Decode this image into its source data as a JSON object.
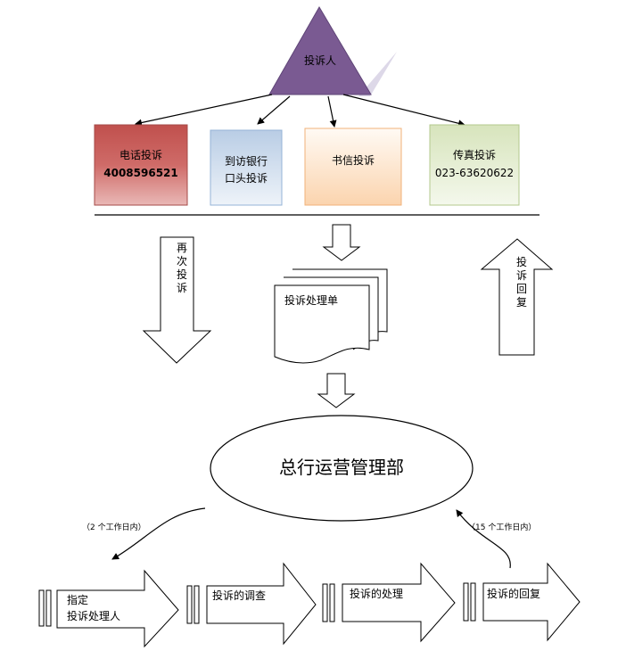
{
  "complainant": {
    "label": "投诉人"
  },
  "channels": {
    "phone": {
      "line1": "电话投诉",
      "line2": "4008596521"
    },
    "visit": {
      "line1": "到访银行",
      "line2": "口头投诉"
    },
    "letter": {
      "line1": "书信投诉"
    },
    "fax": {
      "line1": "传真投诉",
      "line2": "023-63620622"
    }
  },
  "side_labels": {
    "again": "再次投诉",
    "reply": "投诉回复"
  },
  "document": {
    "label": "投诉处理单"
  },
  "department": {
    "label": "总行运营管理部"
  },
  "timing": {
    "assign": "（2 个工作日内）",
    "reply": "（15 个工作日内）"
  },
  "steps": [
    {
      "line1": "指定",
      "line2": "投诉处理人"
    },
    {
      "line1": "投诉的调查",
      "line2": ""
    },
    {
      "line1": "投诉的处理",
      "line2": ""
    },
    {
      "line1": "投诉的回复",
      "line2": ""
    }
  ],
  "colors": {
    "triangle": "#7a5a92",
    "triangle_shadow": "#d9d4e6",
    "phone_box": "#c0504d",
    "visit_box": "#b9cde5",
    "letter_box": "#fcd5b4",
    "fax_box": "#d7e4bc"
  }
}
